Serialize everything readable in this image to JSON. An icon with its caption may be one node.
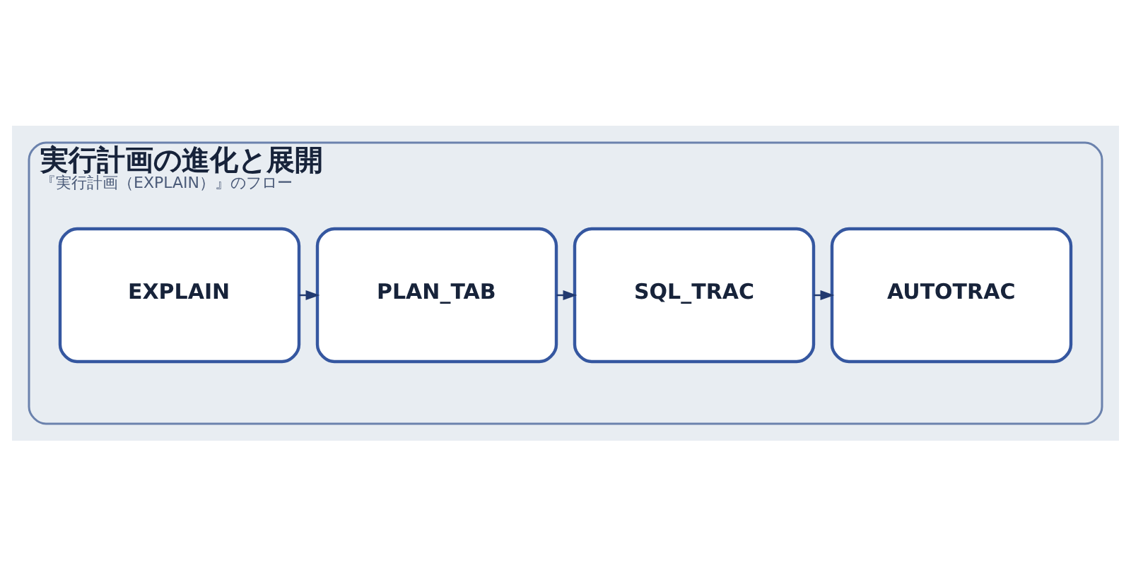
{
  "diagram": {
    "nodes": [
      {
        "text": [
          "実行計画の進化と展開",
          "『実行計画（EXPLAIN）』のフロー"
        ]
      },
      {
        "text": [
          "EXPLAIN"
        ],
        "in": 0
      },
      {
        "text": [
          "PLAN_TAB"
        ],
        "in": 0
      },
      {
        "text": [
          "SQL_TRAC"
        ],
        "in": 0
      },
      {
        "text": [
          "AUTOTRAC"
        ],
        "in": 0
      }
    ],
    "edges": [
      {
        "from": 1,
        "to": 2,
        "arrow": "to"
      },
      {
        "from": 2,
        "to": 3,
        "arrow": "to"
      },
      {
        "from": 3,
        "to": 4,
        "arrow": "to"
      }
    ]
  }
}
